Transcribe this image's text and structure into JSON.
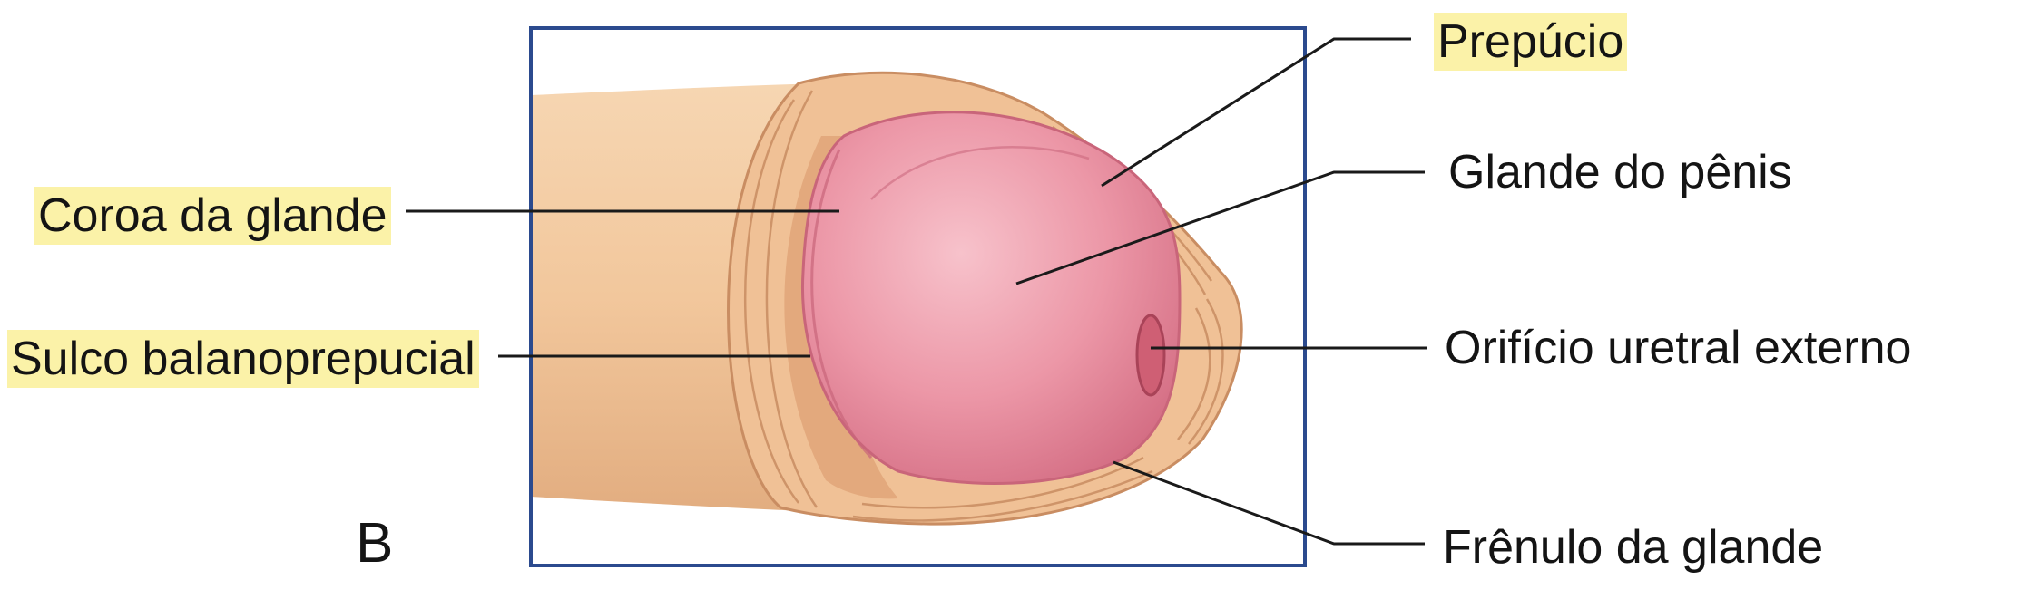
{
  "panel_letter": "B",
  "labels": {
    "prepucio": "Prepúcio",
    "glande_penis": "Glande do pênis",
    "orificio": "Orifício uretral externo",
    "frenulo": "Frênulo da glande",
    "coroa": "Coroa da glande",
    "sulco": "Sulco balanoprepucial"
  },
  "colors": {
    "frame": "#2b4a8e",
    "highlight": "#fbf2a8",
    "leader": "#1a1a1a",
    "skin": "#f3cba2",
    "skin_shadow": "#d9a47a",
    "glans": "#e98b9c",
    "glans_light": "#f4b3bf"
  }
}
